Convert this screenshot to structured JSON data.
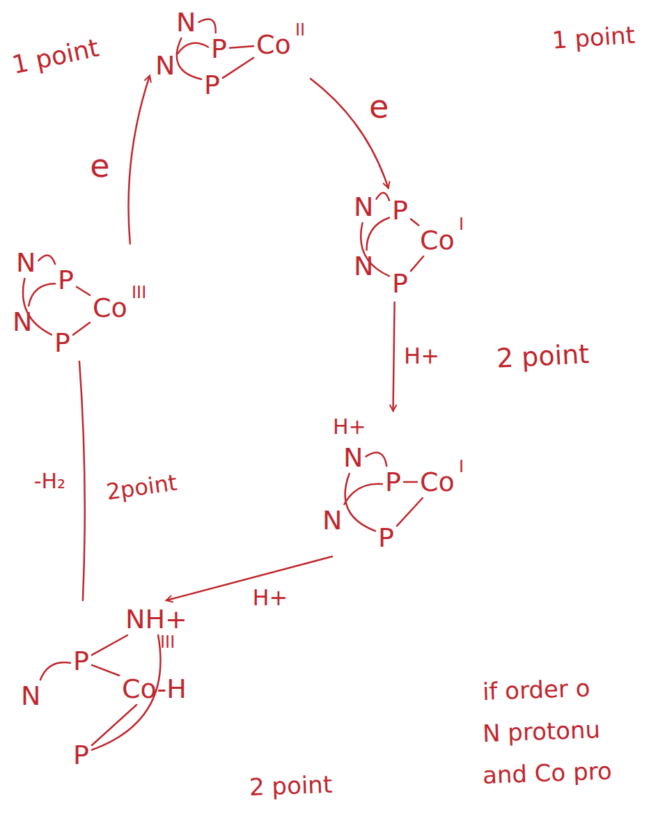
{
  "diagram": {
    "nodes": [
      {
        "text": [
          "N",
          "P",
          "N",
          "P",
          "Co",
          "II"
        ]
      },
      {
        "text": [
          "N",
          "P",
          "N",
          "P",
          "Co",
          "I"
        ]
      },
      {
        "text": [
          "H+",
          "N",
          "P",
          "N",
          "P",
          "Co",
          "I"
        ]
      },
      {
        "text": [
          "NH+",
          "III",
          "P",
          "N",
          "P",
          "Co-H"
        ]
      },
      {
        "text": [
          "N",
          "P",
          "N",
          "P",
          "Co",
          "III"
        ]
      }
    ],
    "edges": [
      {
        "from": 0,
        "to": 1,
        "arrow": "to",
        "label": "e"
      },
      {
        "from": 1,
        "to": 2,
        "arrow": "to",
        "label": "H+"
      },
      {
        "from": 2,
        "to": 3,
        "arrow": "to",
        "label": "H+"
      },
      {
        "from": 3,
        "to": 4,
        "arrow": "none",
        "label": "-H₂"
      },
      {
        "from": 4,
        "to": 0,
        "arrow": "to",
        "label": "e"
      }
    ],
    "labels": [
      "1 point",
      "1 point",
      "2 point",
      "2point",
      "2 point",
      "if order o",
      "N protonu",
      "and Co pro"
    ]
  }
}
